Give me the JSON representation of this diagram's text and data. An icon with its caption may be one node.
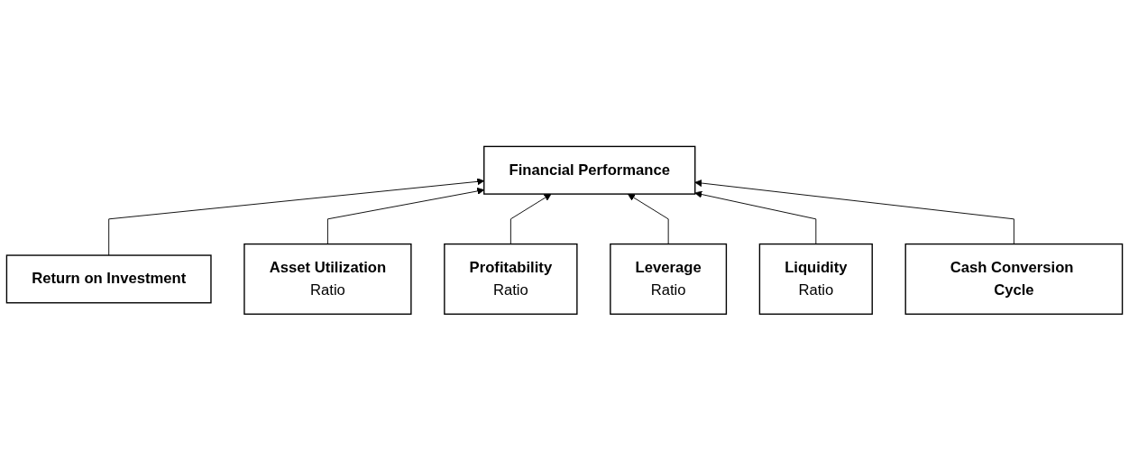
{
  "diagram": {
    "nodes": [
      {
        "text": [
          "Return on Investment"
        ]
      },
      {
        "text": [
          "Financial Performance"
        ]
      },
      {
        "text": [
          "Asset Utilization",
          "Ratio"
        ]
      },
      {
        "text": [
          "Profitability",
          "Ratio"
        ]
      },
      {
        "text": [
          "Leverage",
          "Ratio"
        ]
      },
      {
        "text": [
          "Liquidity",
          "Ratio"
        ]
      },
      {
        "text": [
          "Cash Conversion Cycle"
        ]
      }
    ],
    "edges": [
      {
        "from": 0,
        "to": 1,
        "arrow": "to"
      },
      {
        "from": 2,
        "to": 1,
        "arrow": "to"
      },
      {
        "from": 3,
        "to": 1,
        "arrow": "to"
      },
      {
        "from": 4,
        "to": 1,
        "arrow": "to"
      },
      {
        "from": 5,
        "to": 1,
        "arrow": "to"
      },
      {
        "from": 6,
        "to": 1,
        "arrow": "to"
      }
    ]
  }
}
